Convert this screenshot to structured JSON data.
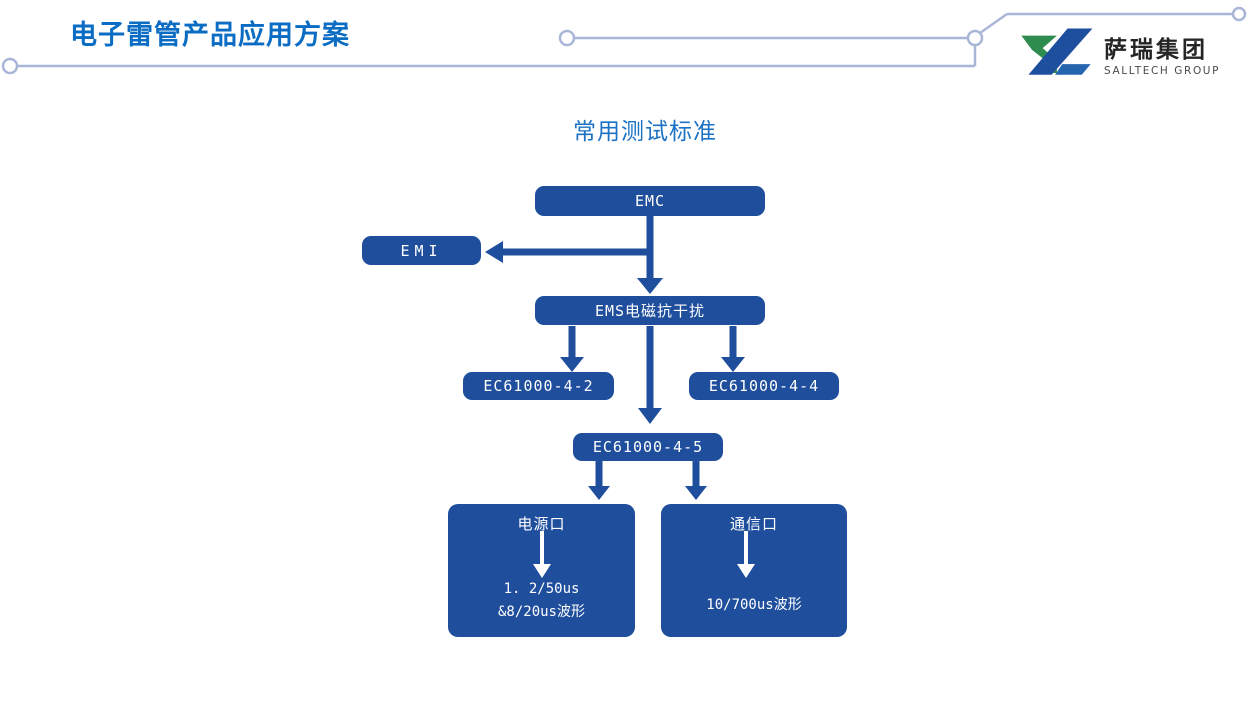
{
  "header": {
    "title": "电子雷管产品应用方案"
  },
  "logo": {
    "name": "萨瑞集团",
    "subname": "SALLTECH GROUP"
  },
  "colors": {
    "title_blue": "#0B6CC4",
    "subtitle_blue": "#1B72C4",
    "node_blue": "#1F4E9C",
    "node_text": "#FFFFFF",
    "decor_line": "#AAB6D8",
    "logo_green": "#2E8C4E",
    "logo_blue": "#1D4F9E",
    "logo_blue_light": "#2565B0"
  },
  "diagram": {
    "title": "常用测试标准",
    "nodes": {
      "emc": {
        "label": "EMC"
      },
      "emi": {
        "label": "EMI"
      },
      "ems": {
        "label": "EMS电磁抗干扰"
      },
      "ec2": {
        "label": "EC61000-4-2"
      },
      "ec4": {
        "label": "EC61000-4-4"
      },
      "ec5": {
        "label": "EC61000-4-5"
      },
      "power": {
        "title": "电源口",
        "line1": "1. 2/50us",
        "line2": "&8/20us波形"
      },
      "comm": {
        "title": "通信口",
        "line1": "10/700us波形"
      }
    }
  }
}
